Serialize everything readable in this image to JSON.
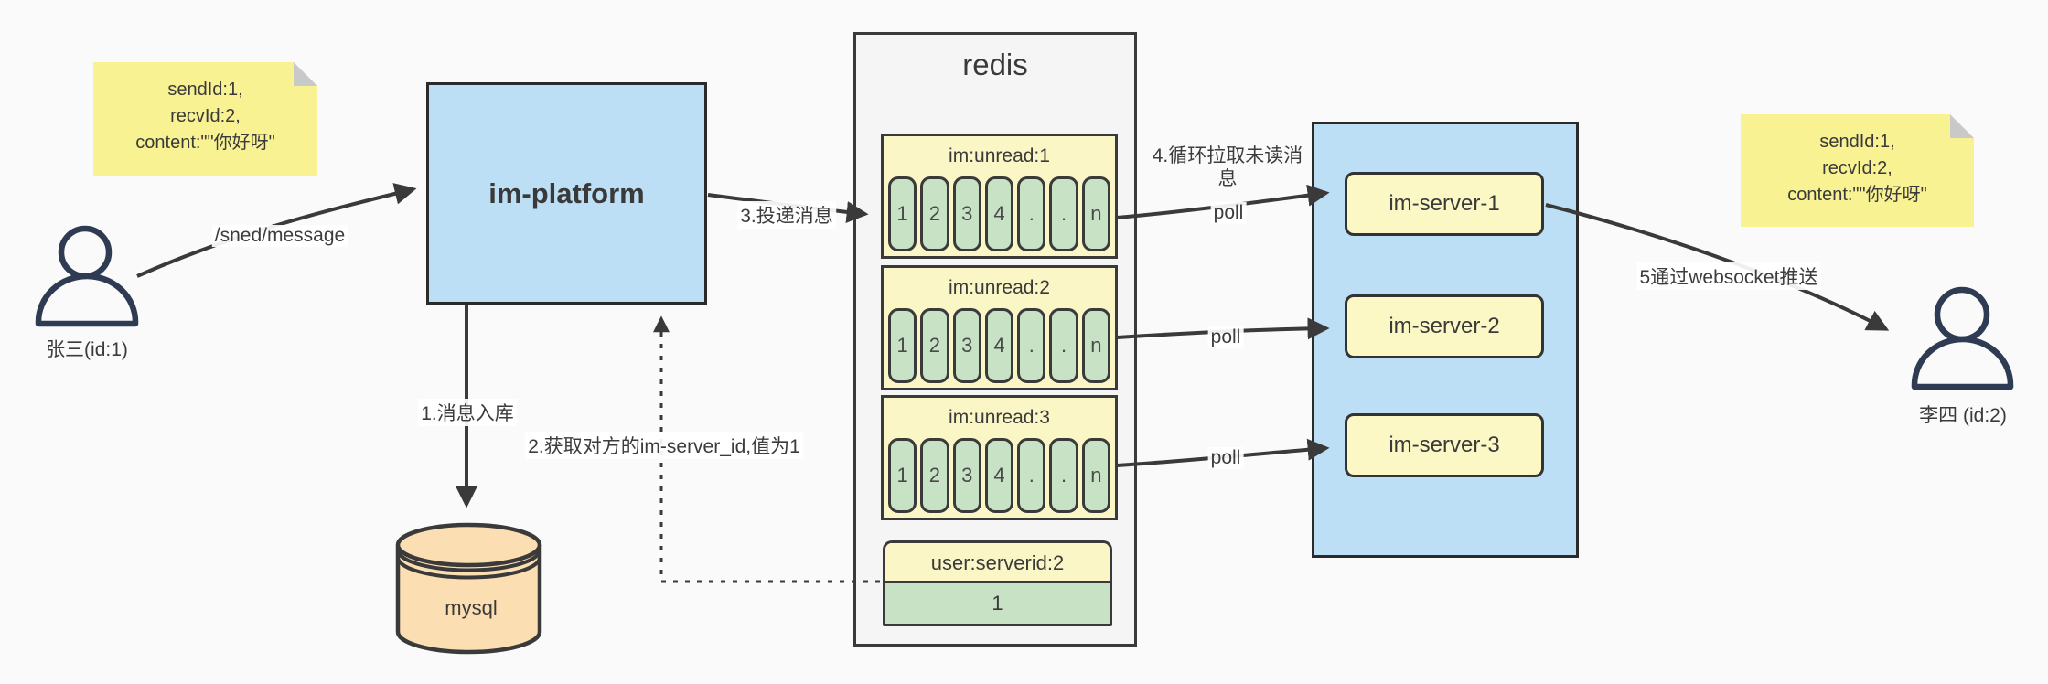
{
  "diagram": {
    "colors": {
      "box_blue": "#bddff6",
      "note_yellow": "#f9f293",
      "header_yellow": "#fbf6c5",
      "cell_green": "#c8e2c5",
      "db_orange": "#fbdfb2",
      "container_gray": "#f5f5f5",
      "stroke_dark": "#3a3a3a",
      "person_navy": "#2f3b53"
    },
    "notes": {
      "left": {
        "lines": [
          "sendId:1,",
          "recvId:2,",
          "content:\"\"你好呀\""
        ]
      },
      "right": {
        "lines": [
          "sendId:1,",
          "recvId:2,",
          "content:\"\"你好呀\""
        ]
      }
    },
    "actors": {
      "sender": {
        "label": "张三(id:1)"
      },
      "receiver": {
        "label": "李四 (id:2)"
      }
    },
    "platform": {
      "label": "im-platform"
    },
    "database": {
      "label": "mysql"
    },
    "redis": {
      "title": "redis",
      "queues": [
        {
          "name": "im:unread:1",
          "cells": [
            "1",
            "2",
            "3",
            "4",
            ".",
            ".",
            "n"
          ]
        },
        {
          "name": "im:unread:2",
          "cells": [
            "1",
            "2",
            "3",
            "4",
            ".",
            ".",
            "n"
          ]
        },
        {
          "name": "im:unread:3",
          "cells": [
            "1",
            "2",
            "3",
            "4",
            ".",
            ".",
            "n"
          ]
        }
      ],
      "kv": {
        "key": "user:serverid:2",
        "value": "1"
      }
    },
    "servers": [
      {
        "label": "im-server-1"
      },
      {
        "label": "im-server-2"
      },
      {
        "label": "im-server-3"
      }
    ],
    "edges": {
      "send": "/sned/message",
      "store": "1.消息入库",
      "get_server_id": "2.获取对方的im-server_id,值为1",
      "deliver": "3.投递消息",
      "pull": "4.循环拉取未读消息",
      "poll_1": "poll",
      "poll_2": "poll",
      "poll_3": "poll",
      "push": "5通过websocket推送"
    }
  }
}
